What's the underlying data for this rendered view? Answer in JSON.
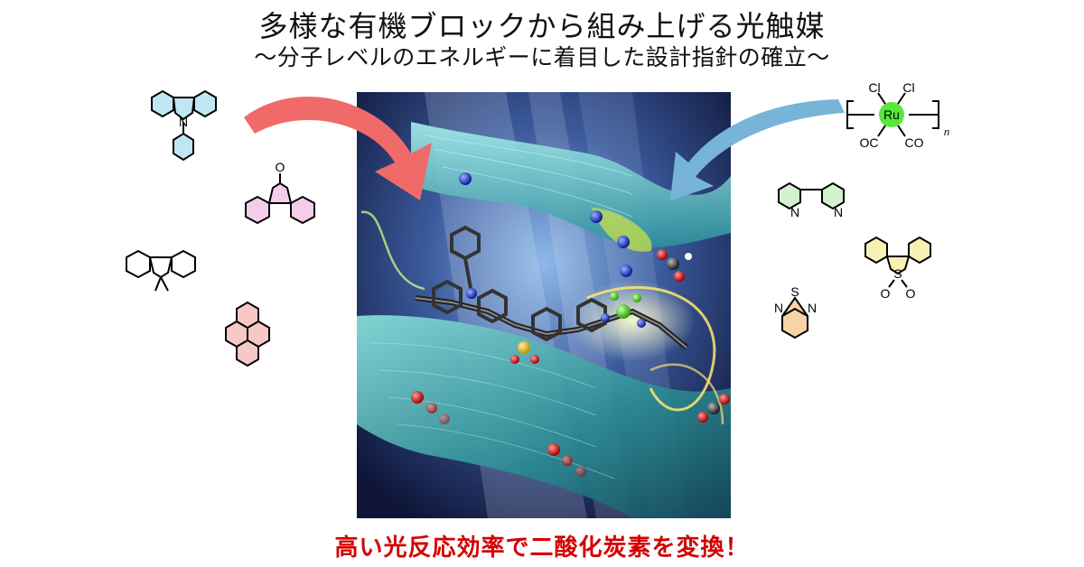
{
  "title": "多様な有機ブロックから組み上げる光触媒",
  "subtitle": "〜分子レベルのエネルギーに着目した設計指針の確立〜",
  "bottom_caption": "高い光反応効率で二酸化炭素を変換！",
  "left_molecules": [
    {
      "name": "N-phenylcarbazole",
      "atom_labels": [
        "N"
      ]
    },
    {
      "name": "fluorenone",
      "atom_labels": [
        "O"
      ]
    },
    {
      "name": "9,9-dimethylfluorene",
      "atom_labels": []
    },
    {
      "name": "pyrene",
      "atom_labels": []
    }
  ],
  "right_molecules": [
    {
      "name": "ruthenium-complex",
      "atom_labels": [
        "Cl",
        "Cl",
        "Ru",
        "OC",
        "CO",
        "n"
      ]
    },
    {
      "name": "bipyridine",
      "atom_labels": [
        "N",
        "N"
      ]
    },
    {
      "name": "dibenzothiophene-dioxide",
      "atom_labels": [
        "S",
        "O",
        "O"
      ]
    },
    {
      "name": "benzothiadiazole",
      "atom_labels": [
        "S",
        "N",
        "N"
      ]
    }
  ],
  "colors": {
    "left_arrow": "#f06a6a",
    "right_arrow": "#78b4d8",
    "caption": "#d40000",
    "carbazole_fill": "#bfe6f2",
    "fluorenone_fill": "#f4cde8",
    "pyrene_fill": "#f6c9c6",
    "bipyridine_fill": "#d3f0cf",
    "dbt_fill": "#f7f2b4",
    "btd_fill": "#f7d3a8",
    "ru_fill": "#57e83b"
  }
}
